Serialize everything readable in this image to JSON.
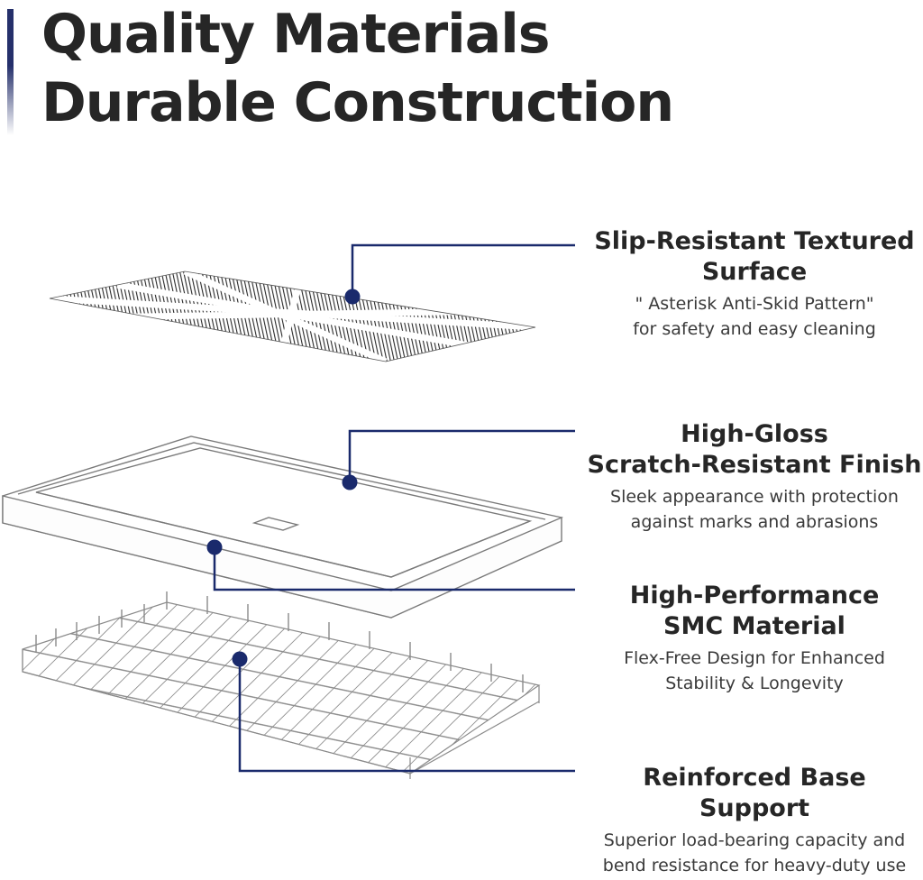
{
  "headline": {
    "line1": "Quality Materials",
    "line2": "Durable Construction"
  },
  "accent_color": "#25306b",
  "features": [
    {
      "title_lines": [
        "Slip-Resistant Textured",
        "Surface"
      ],
      "desc_lines": [
        "\" Asterisk Anti-Skid Pattern\"",
        "for safety and easy cleaning"
      ]
    },
    {
      "title_lines": [
        "High-Gloss",
        "Scratch-Resistant Finish"
      ],
      "desc_lines": [
        "Sleek appearance with protection",
        "against marks and abrasions"
      ]
    },
    {
      "title_lines": [
        "High-Performance",
        "SMC Material"
      ],
      "desc_lines": [
        "Flex-Free Design for Enhanced",
        "Stability & Longevity"
      ]
    },
    {
      "title_lines": [
        "Reinforced Base",
        "Support"
      ],
      "desc_lines": [
        "Superior load-bearing capacity and",
        "bend resistance for heavy-duty use"
      ]
    }
  ]
}
